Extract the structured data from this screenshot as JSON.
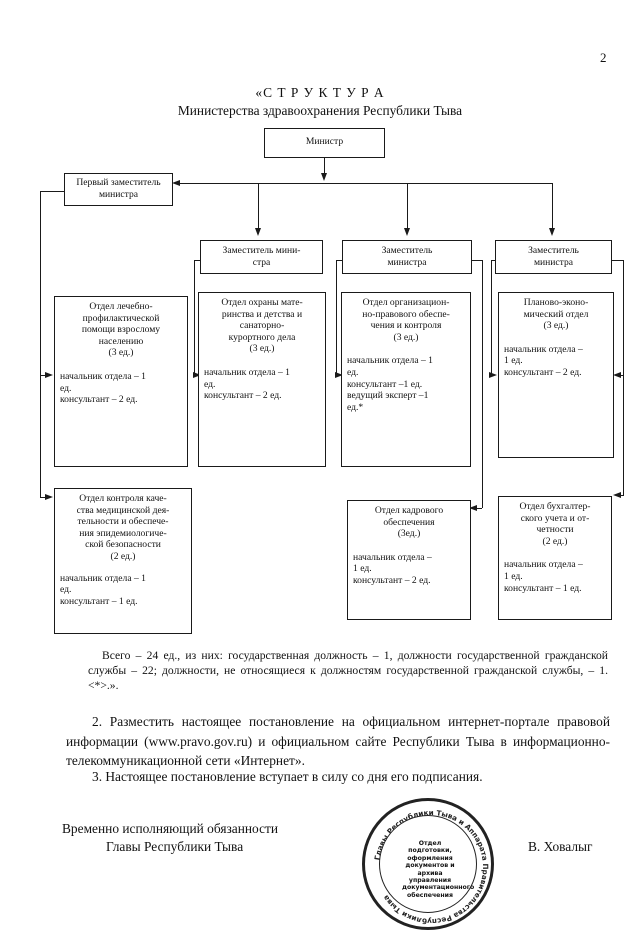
{
  "page_number": "2",
  "heading": {
    "line1": "«С Т Р У К Т У Р А",
    "line2": "Министерства здравоохранения Республики Тыва"
  },
  "org": {
    "minister": "Министр",
    "first_deputy": {
      "line1": "Первый заместитель",
      "line2": "министра"
    },
    "deputy1": {
      "line1": "Заместитель мини-",
      "line2": "стра"
    },
    "deputy2": {
      "line1": "Заместитель",
      "line2": "министра"
    },
    "deputy3": {
      "line1": "Заместитель",
      "line2": "министра"
    },
    "dept_treatment": {
      "head": [
        "Отдел лечебно-",
        "профилактической",
        "помощи взрослому",
        "населению",
        "(3 ед.)"
      ],
      "staff": [
        "начальник отдела – 1",
        "ед.",
        "консультант – 2 ед."
      ]
    },
    "dept_quality": {
      "head": [
        "Отдел контроля каче-",
        "ства медицинской дея-",
        "тельности и обеспече-",
        "ния эпидемиологиче-",
        "ской безопасности",
        "(2 ед.)"
      ],
      "staff": [
        "начальник отдела – 1",
        "ед.",
        "консультант – 1 ед."
      ]
    },
    "dept_maternity": {
      "head": [
        "Отдел охраны мате-",
        "ринства и детства и",
        "санаторно-",
        "курортного дела",
        "(3 ед.)"
      ],
      "staff": [
        "начальник отдела – 1",
        "ед.",
        "консультант – 2 ед."
      ]
    },
    "dept_legal": {
      "head": [
        "Отдел организацион-",
        "но-правового обеспе-",
        "чения и контроля",
        "(3 ед.)"
      ],
      "staff": [
        "начальник отдела – 1",
        "ед.",
        "консультант –1 ед.",
        "ведущий эксперт –1",
        "ед.*"
      ]
    },
    "dept_hr": {
      "head": [
        "Отдел кадрового",
        "обеспечения",
        "(3ед.)"
      ],
      "staff": [
        "начальник отдела –",
        "1 ед.",
        "консультант – 2 ед."
      ]
    },
    "dept_planning": {
      "head": [
        "Планово-эконо-",
        "мический отдел",
        "(3 ед.)"
      ],
      "staff": [
        "начальник отдела –",
        "1 ед.",
        "консультант – 2 ед."
      ]
    },
    "dept_accounting": {
      "head": [
        "Отдел бухгалтер-",
        "ского учета и от-",
        "четности",
        "(2 ед.)"
      ],
      "staff": [
        "начальник отдела –",
        "1 ед.",
        "консультант – 1 ед."
      ]
    }
  },
  "total_note": "Всего – 24 ед., из них: государственная должность – 1, должности государственной гражданской службы – 22; должности, не относящиеся к должностям государственной гражданской службы, – 1. <*>.».",
  "paragraphs": [
    "2. Разместить настоящее постановление на официальном интернет-портале правовой информации (www.pravo.gov.ru) и официальном сайте Республики Тыва в информационно-телекоммуникационной сети «Интернет».",
    "3. Настоящее постановление вступает в силу со дня его подписания."
  ],
  "signature": {
    "position_line1": "Временно исполняющий обязанности",
    "position_line2": "Главы Республики Тыва",
    "name": "В. Ховалыг"
  },
  "stamp": {
    "ring_text": "Главы Республики Тыва и Аппарата Правительства Республики Тыва",
    "center_lines": [
      "Отдел",
      "подготовки,",
      "оформления",
      "документов и архива",
      "управления",
      "документационного",
      "обеспечения"
    ]
  }
}
